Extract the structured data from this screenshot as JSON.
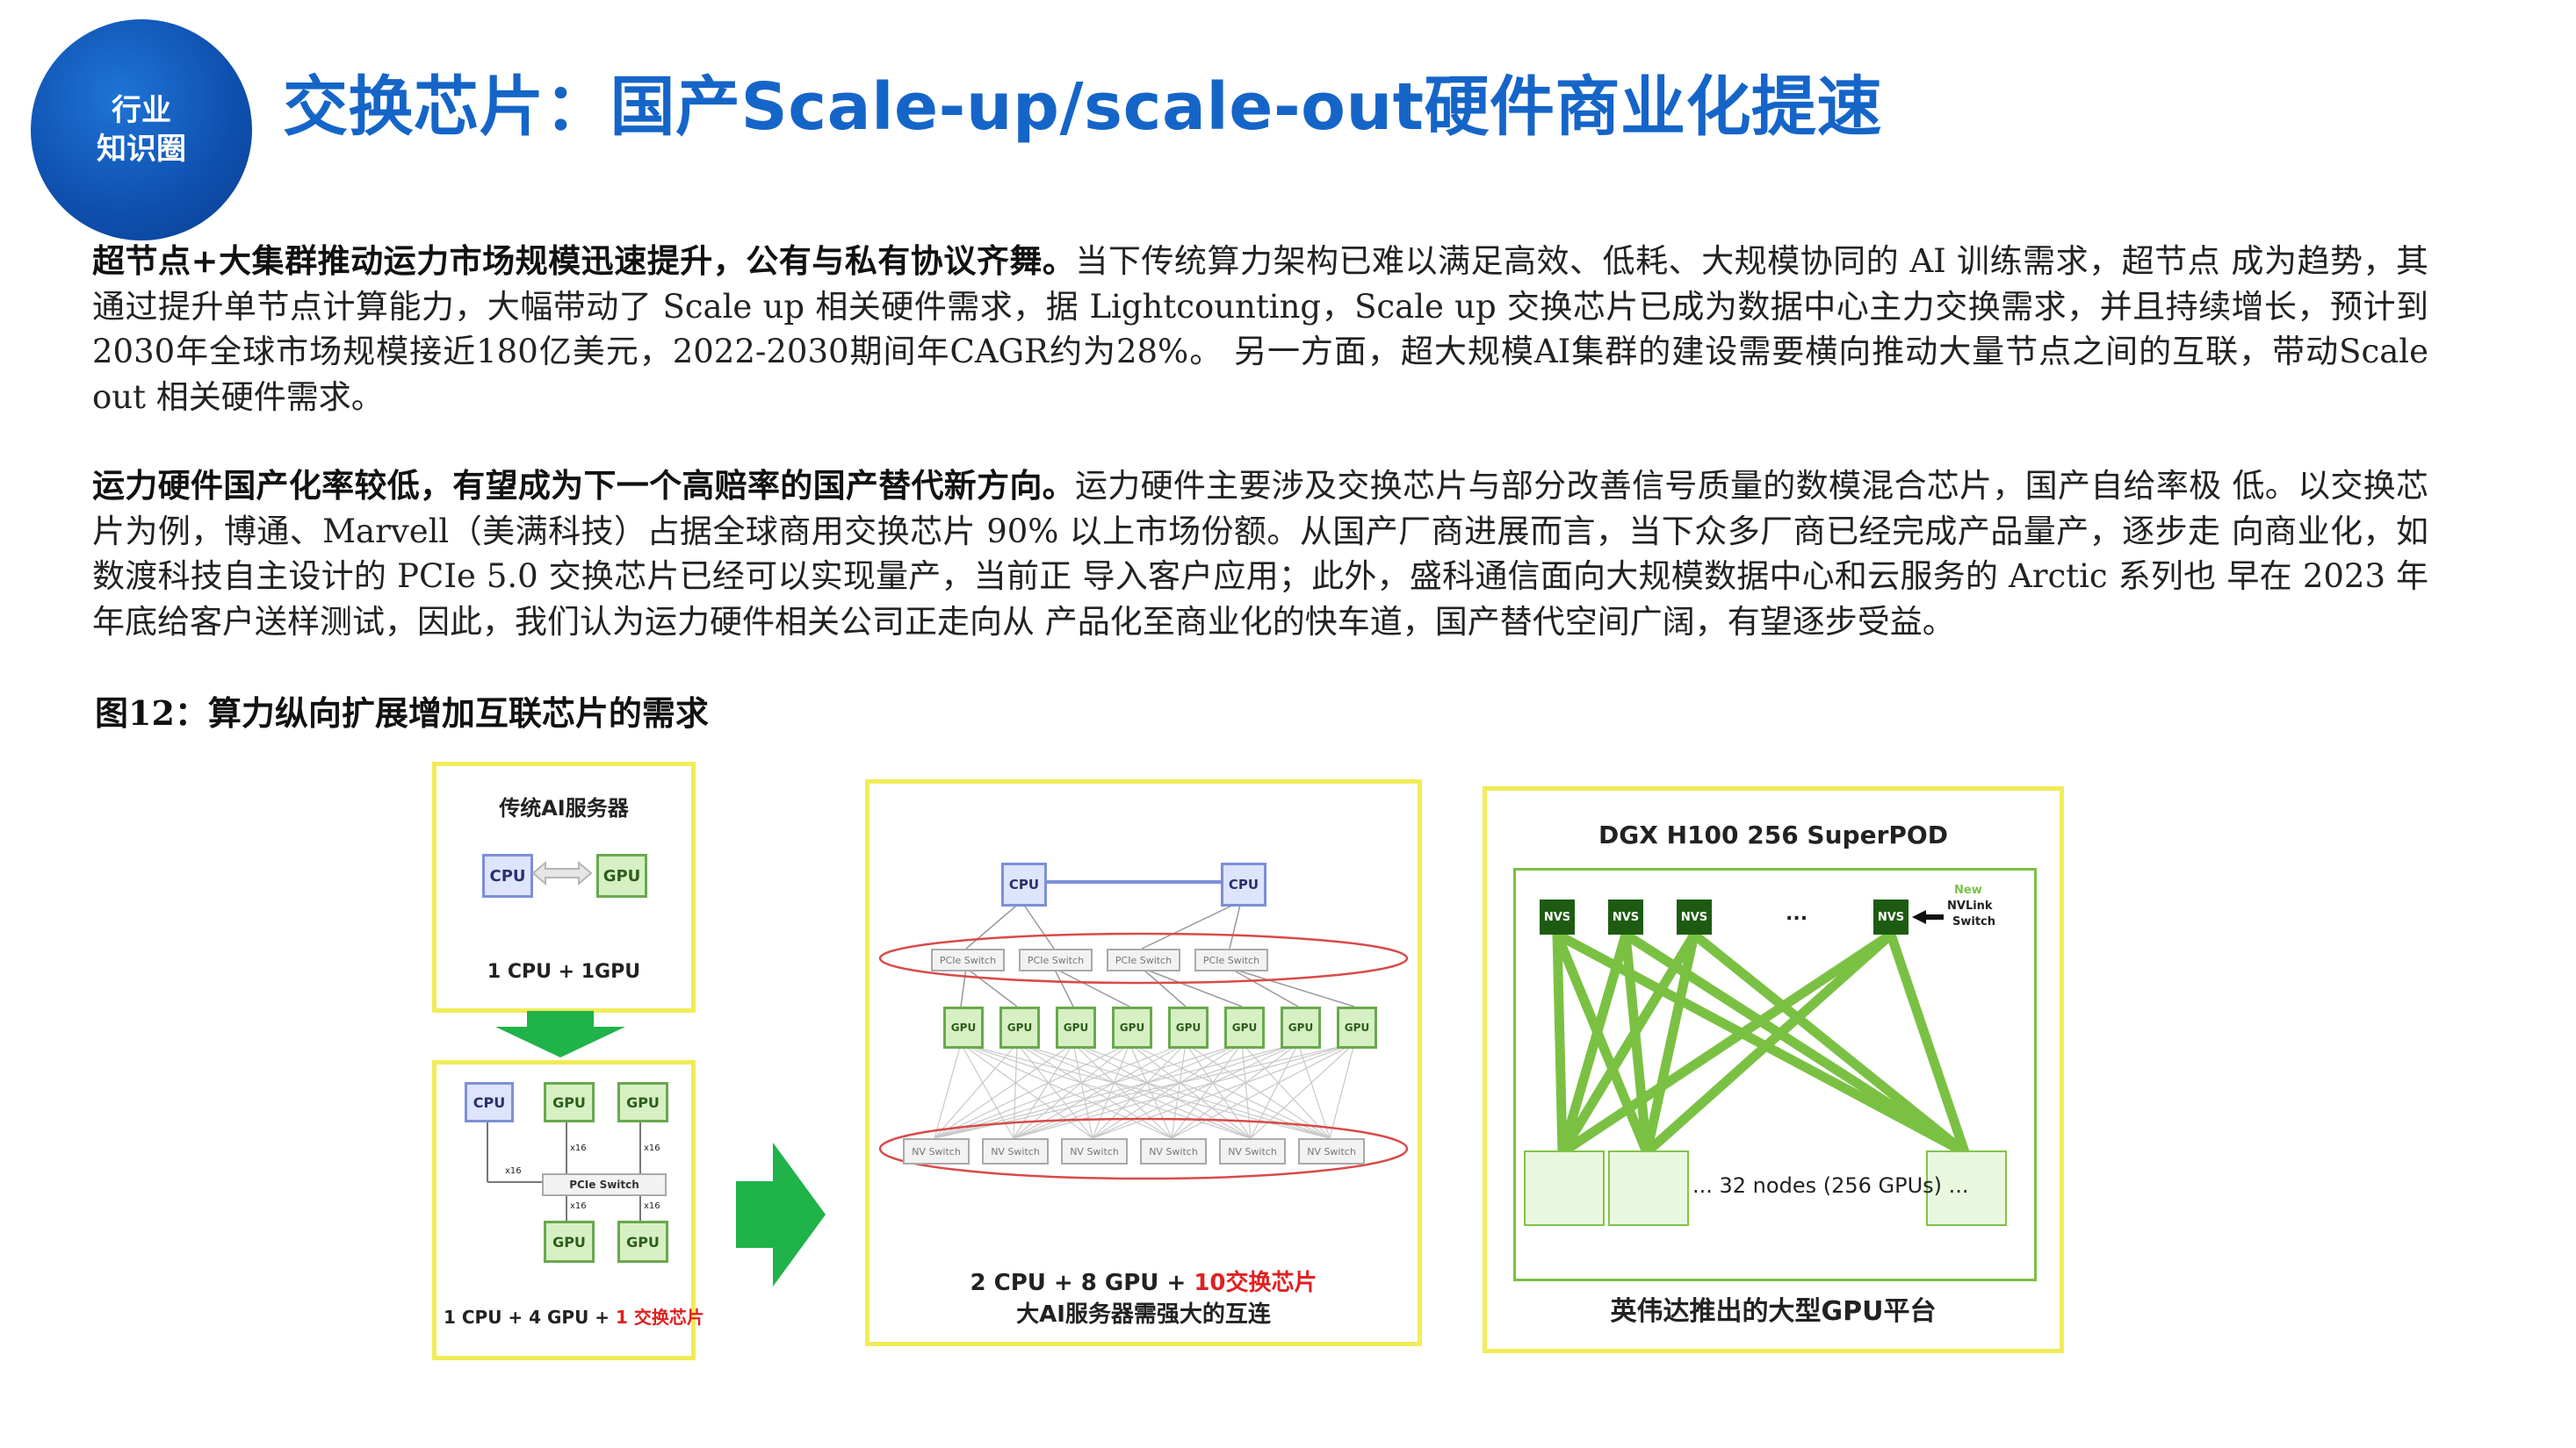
{
  "badge": {
    "line1": "行业",
    "line2": "知识圈"
  },
  "title": "交换芯片：国产Scale-up/scale-out硬件商业化提速",
  "paragraphs": [
    {
      "lead": "超节点+大集群推动运力市场规模迅速提升，公有与私有协议齐舞。",
      "body": "当下传统算力架构已难以满足高效、低耗、大规模协同的 AI 训练需求，超节点 成为趋势，其通过提升单节点计算能力，大幅带动了 Scale up 相关硬件需求，据 Lightcounting，Scale up 交换芯片已成为数据中心主力交换需求，并且持续增长，预计到2030年全球市场规模接近180亿美元，2022-2030期间年CAGR约为28%。 另一方面，超大规模AI集群的建设需要横向推动大量节点之间的互联，带动Scale out 相关硬件需求。"
    },
    {
      "lead": "运力硬件国产化率较低，有望成为下一个高赔率的国产替代新方向。",
      "body": "运力硬件主要涉及交换芯片与部分改善信号质量的数模混合芯片，国产自给率极 低。以交换芯片为例，博通、Marvell（美满科技）占据全球商用交换芯片 90% 以上市场份额。从国产厂商进展而言，当下众多厂商已经完成产品量产，逐步走 向商业化，如数渡科技自主设计的 PCIe 5.0 交换芯片已经可以实现量产，当前正 导入客户应用；此外，盛科通信面向大规模数据中心和云服务的 Arctic 系列也 早在 2023 年年底给客户送样测试，因此，我们认为运力硬件相关公司正走向从 产品化至商业化的快车道，国产替代空间广阔，有望逐步受益。"
    }
  ],
  "figure_caption": "图12：算力纵向扩展增加互联芯片的需求",
  "figure": {
    "panel1": {
      "top_title": "传统AI服务器",
      "cpu": "CPU",
      "gpu": "GPU",
      "top_caption": "1 CPU + 1GPU",
      "bottom_cpu": "CPU",
      "bottom_gpus": [
        "GPU",
        "GPU",
        "GPU",
        "GPU"
      ],
      "switch": "PCIe Switch",
      "links": [
        "x16",
        "x16",
        "x16",
        "x16",
        "x16"
      ],
      "bottom_caption_black": "1 CPU + 4 GPU + ",
      "bottom_caption_red": "1 交换芯片"
    },
    "panel2": {
      "cpus": [
        "CPU",
        "CPU"
      ],
      "pcie_switches": [
        "PCIe Switch",
        "PCIe Switch",
        "PCIe Switch",
        "PCIe Switch"
      ],
      "gpus": [
        "GPU",
        "GPU",
        "GPU",
        "GPU",
        "GPU",
        "GPU",
        "GPU",
        "GPU"
      ],
      "nv_switches": [
        "NV Switch",
        "NV Switch",
        "NV Switch",
        "NV Switch",
        "NV Switch",
        "NV Switch"
      ],
      "caption_black": "2 CPU + 8 GPU + ",
      "caption_red": "10交换芯片",
      "caption2": "大AI服务器需强大的互连"
    },
    "panel3": {
      "title": "DGX H100 256 SuperPOD",
      "nvs": [
        "NVS",
        "NVS",
        "NVS",
        "NVS"
      ],
      "dots": "...",
      "new_label": "New",
      "nvlink_label": "NVLink",
      "switch_label": "Switch",
      "nodes_label": "... 32 nodes (256 GPUs) ...",
      "caption": "英伟达推出的大型GPU平台"
    },
    "colors": {
      "title_blue": "#1565c8",
      "panel_border": "#f1ec58",
      "nv_green": "#7ac143",
      "arrow_green": "#1fb34a",
      "red": "#e02020"
    }
  }
}
